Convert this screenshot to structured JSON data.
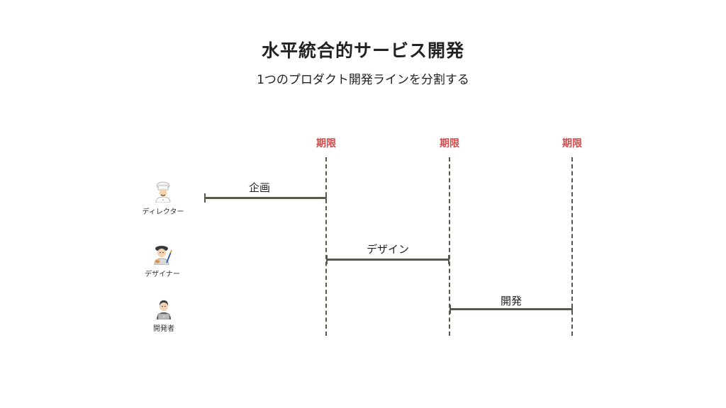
{
  "header": {
    "title": "水平統合的サービス開発",
    "subtitle": "1つのプロダクト開発ラインを分割する"
  },
  "deadlines": [
    "期限",
    "期限",
    "期限"
  ],
  "phases": [
    {
      "label": "企画"
    },
    {
      "label": "デザイン"
    },
    {
      "label": "開発"
    }
  ],
  "roles": [
    {
      "label": "ディレクター",
      "icon": "chef-icon"
    },
    {
      "label": "デザイナー",
      "icon": "artist-icon"
    },
    {
      "label": "開発者",
      "icon": "technologist-icon"
    }
  ],
  "colors": {
    "deadline": "#d14b4b",
    "line": "#5a584c",
    "text": "#222222"
  }
}
